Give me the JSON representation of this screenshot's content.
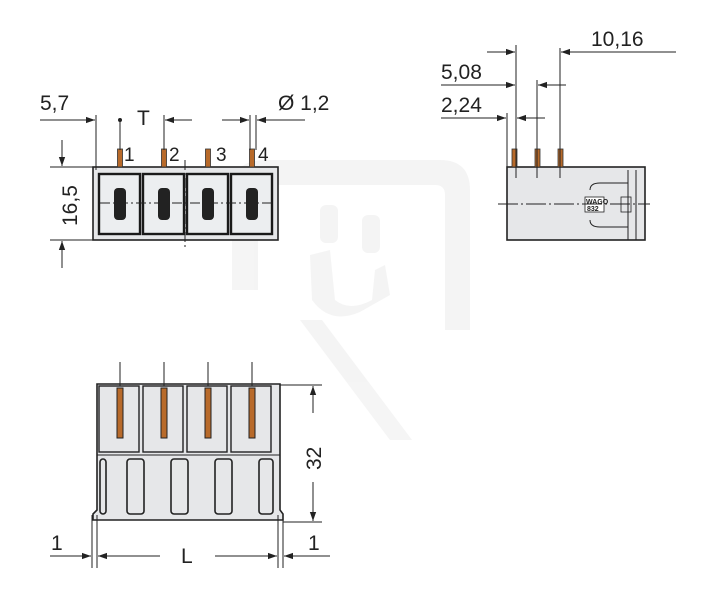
{
  "front_view": {
    "dim_pitch_offset": "5,7",
    "dim_pitch": "T",
    "dim_pin_diameter": "Ø 1,2",
    "dim_height": "16,5",
    "pin_labels": [
      "1",
      "2",
      "3",
      "4"
    ]
  },
  "side_view": {
    "dim_a": "10,16",
    "dim_b": "5,08",
    "dim_c": "2,24",
    "logo_brand": "WAGO",
    "logo_series": "832"
  },
  "bottom_view": {
    "dim_depth": "32",
    "dim_length": "L",
    "dim_left_offset": "1",
    "dim_right_offset": "1"
  },
  "colors": {
    "line": "#222222",
    "body": "#e6e7e9",
    "pin": "#b86a2a",
    "watermark": "#f1f1f1"
  }
}
